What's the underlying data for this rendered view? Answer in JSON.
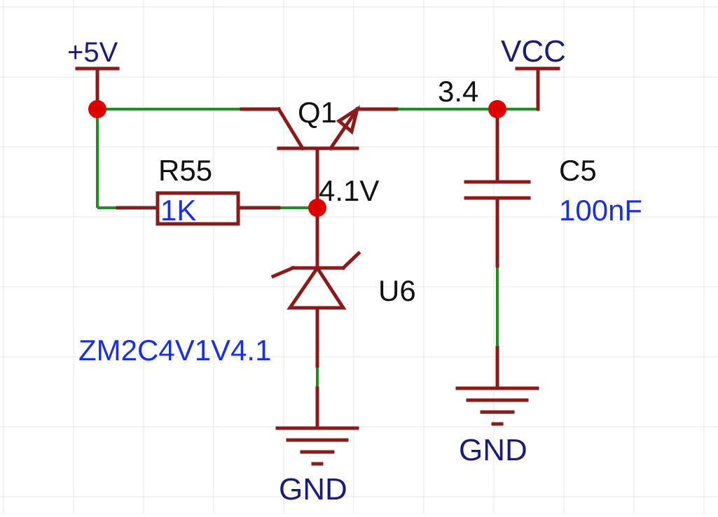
{
  "colors": {
    "background": "#ffffff",
    "grid": "#e6e6e6",
    "component": "#8b1a1a",
    "wire": "#1f8f1f",
    "junction": "#dd0000",
    "designator_text": "#111111",
    "value_text": "#1a2fe0",
    "net_label_text": "#1b1b7a"
  },
  "net_labels": {
    "plus5v": "+5V",
    "vcc": "VCC",
    "gnd_zener": "GND",
    "gnd_cap": "GND"
  },
  "components": {
    "transistor": {
      "designator": "Q1"
    },
    "resistor": {
      "designator": "R55",
      "value": "1K"
    },
    "zener": {
      "designator": "U6",
      "value": "ZM2C4V1V4.1"
    },
    "capacitor": {
      "designator": "C5",
      "value": "100nF"
    }
  },
  "voltage_annotations": {
    "base_node": "4.1V",
    "emitter_node": "3.4"
  }
}
